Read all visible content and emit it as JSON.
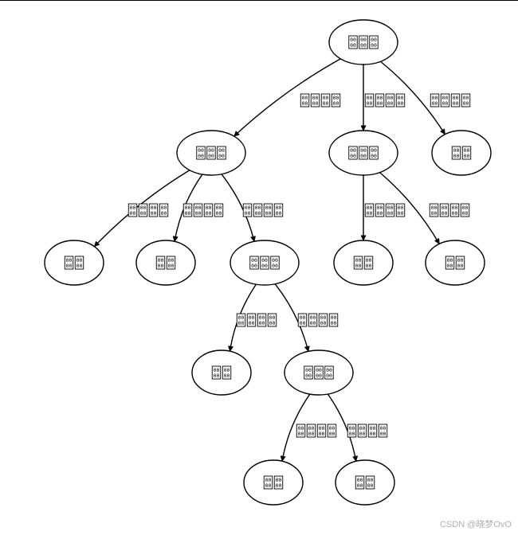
{
  "diagram": {
    "type": "decision-tree",
    "line_color": "#000000",
    "background": "#ffffff",
    "missing_glyph": "00",
    "nodes": [
      {
        "id": "n0",
        "glyphs": 3
      },
      {
        "id": "n1",
        "glyphs": 3
      },
      {
        "id": "n2",
        "glyphs": 3
      },
      {
        "id": "n3",
        "glyphs": 2
      },
      {
        "id": "n4",
        "glyphs": 2
      },
      {
        "id": "n5",
        "glyphs": 2
      },
      {
        "id": "n6",
        "glyphs": 3
      },
      {
        "id": "n7",
        "glyphs": 2
      },
      {
        "id": "n8",
        "glyphs": 2
      },
      {
        "id": "n9",
        "glyphs": 2
      },
      {
        "id": "n10",
        "glyphs": 3
      },
      {
        "id": "n11",
        "glyphs": 2
      },
      {
        "id": "n12",
        "glyphs": 2
      }
    ],
    "edges": [
      {
        "from": "n0",
        "to": "n1",
        "glyphs": 4
      },
      {
        "from": "n0",
        "to": "n2",
        "glyphs": 4
      },
      {
        "from": "n0",
        "to": "n3",
        "glyphs": 4
      },
      {
        "from": "n1",
        "to": "n4",
        "glyphs": 4
      },
      {
        "from": "n1",
        "to": "n5",
        "glyphs": 4
      },
      {
        "from": "n1",
        "to": "n6",
        "glyphs": 4
      },
      {
        "from": "n2",
        "to": "n7",
        "glyphs": 4
      },
      {
        "from": "n2",
        "to": "n8",
        "glyphs": 4
      },
      {
        "from": "n6",
        "to": "n9",
        "glyphs": 4
      },
      {
        "from": "n6",
        "to": "n10",
        "glyphs": 4
      },
      {
        "from": "n10",
        "to": "n11",
        "glyphs": 4
      },
      {
        "from": "n10",
        "to": "n12",
        "glyphs": 4
      }
    ]
  },
  "watermark": {
    "text": "CSDN @晓梦OvO"
  }
}
